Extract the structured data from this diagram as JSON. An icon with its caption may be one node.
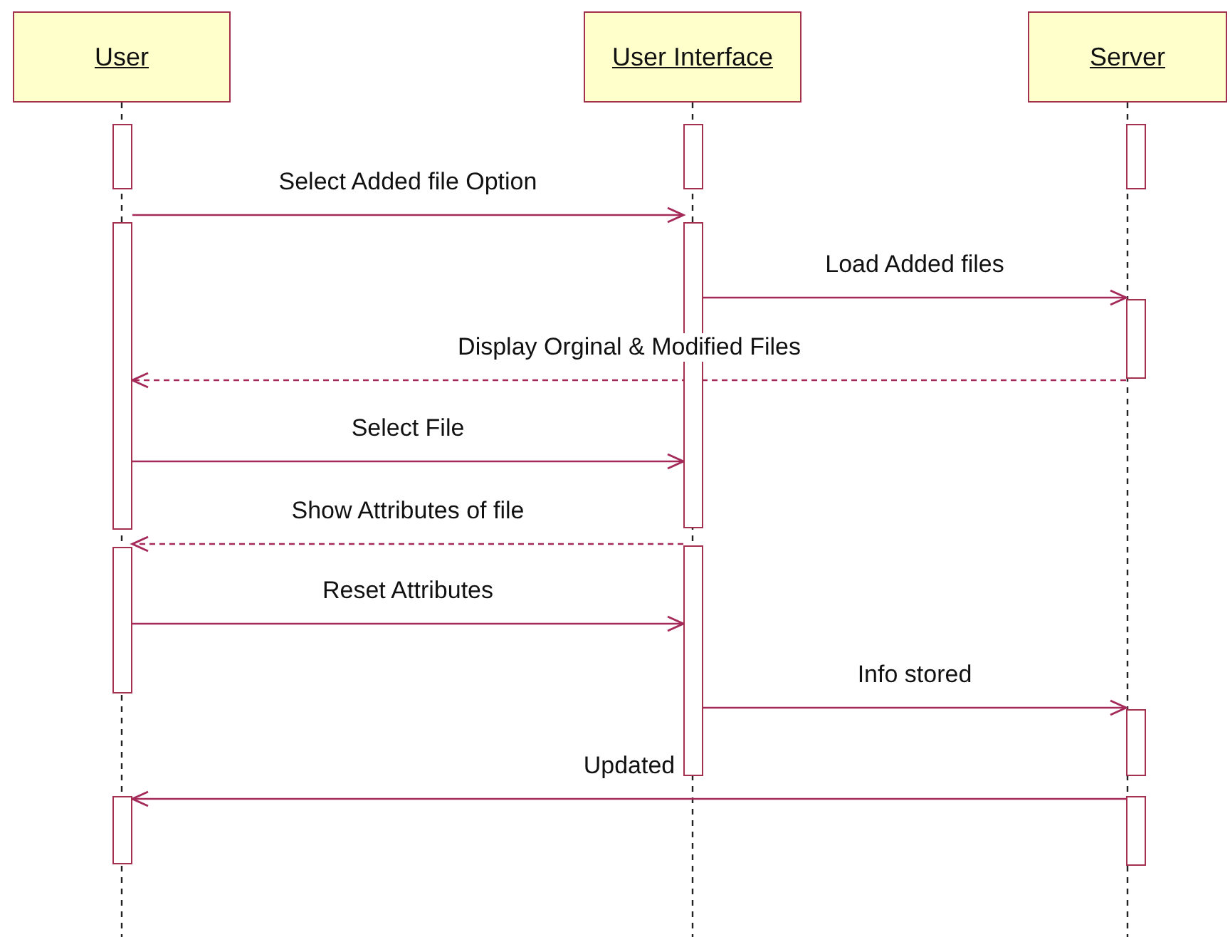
{
  "diagram": {
    "nodes": [
      {
        "text": [
          "User"
        ]
      },
      {
        "text": [
          "User Interface"
        ]
      },
      {
        "text": [
          "Server"
        ]
      },
      {
        "text": [],
        "shape": "bar"
      },
      {
        "text": [],
        "shape": "bar"
      },
      {
        "text": [],
        "shape": "bar"
      },
      {
        "text": [],
        "shape": "bar"
      },
      {
        "text": [],
        "shape": "bar"
      },
      {
        "text": [],
        "shape": "bar"
      },
      {
        "text": [],
        "shape": "bar"
      },
      {
        "text": [],
        "shape": "bar"
      },
      {
        "text": [],
        "shape": "bar"
      },
      {
        "text": [],
        "shape": "bar"
      },
      {
        "text": [],
        "shape": "bar"
      }
    ],
    "edges": [
      {
        "from": 4,
        "to": 8,
        "arrow": "to",
        "label": "Select Added file Option"
      },
      {
        "from": 8,
        "to": 11,
        "arrow": "to",
        "label": "Load Added files"
      },
      {
        "from": 11,
        "to": 4,
        "arrow": "to",
        "label": "Display Orginal & Modified Files",
        "style": "dashed"
      },
      {
        "from": 4,
        "to": 8,
        "arrow": "to",
        "label": "Select File"
      },
      {
        "from": 9,
        "to": 5,
        "arrow": "to",
        "label": "Show Attributes of file",
        "style": "dashed"
      },
      {
        "from": 5,
        "to": 9,
        "arrow": "to",
        "label": "Reset Attributes"
      },
      {
        "from": 9,
        "to": 12,
        "arrow": "to",
        "label": "Info stored"
      },
      {
        "from": 13,
        "to": 6,
        "arrow": "to",
        "label": "Updated"
      }
    ]
  }
}
